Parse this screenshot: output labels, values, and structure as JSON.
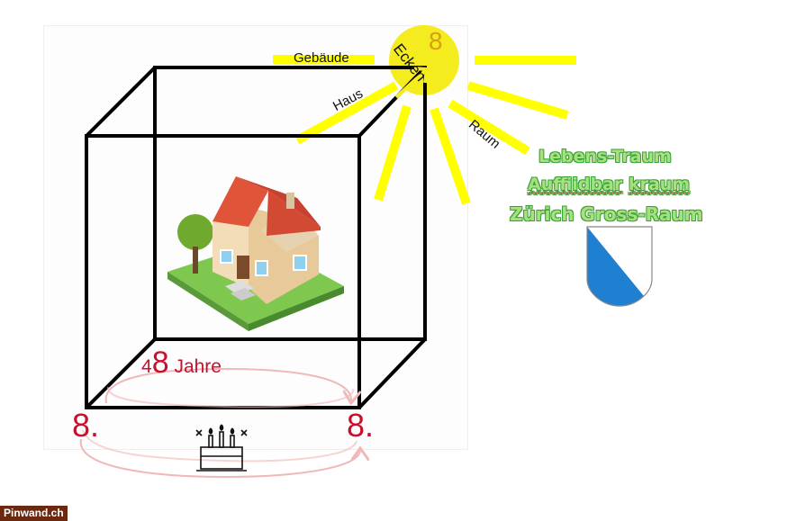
{
  "rays": {
    "building": "Gebäude",
    "house": "Haus",
    "space": "Raum"
  },
  "sun": {
    "number": "8",
    "corners": "Ecken"
  },
  "dream": {
    "line1": "Lebens-Traum",
    "line2_word1": "Auffiidbar",
    "line2_word2": "kraum",
    "line3": "Zürich Gross-Raum"
  },
  "age": {
    "digit_small": "4",
    "digit_big": "8",
    "unit": "Jahre"
  },
  "corners": {
    "left": "8.",
    "right": "8."
  },
  "watermark": "Pinwand.ch",
  "colors": {
    "sun": "#f5ec1f",
    "rays": "#ffff00",
    "cube": "#000000",
    "red_text": "#c8102e",
    "green_text": "#a6e17d",
    "crest_blue": "#1f7fd0",
    "arrow_pink": "#f0b8b8"
  },
  "icons": [
    "house-illustration",
    "tree-icon",
    "birthday-cake-icon",
    "zurich-coat-of-arms"
  ]
}
